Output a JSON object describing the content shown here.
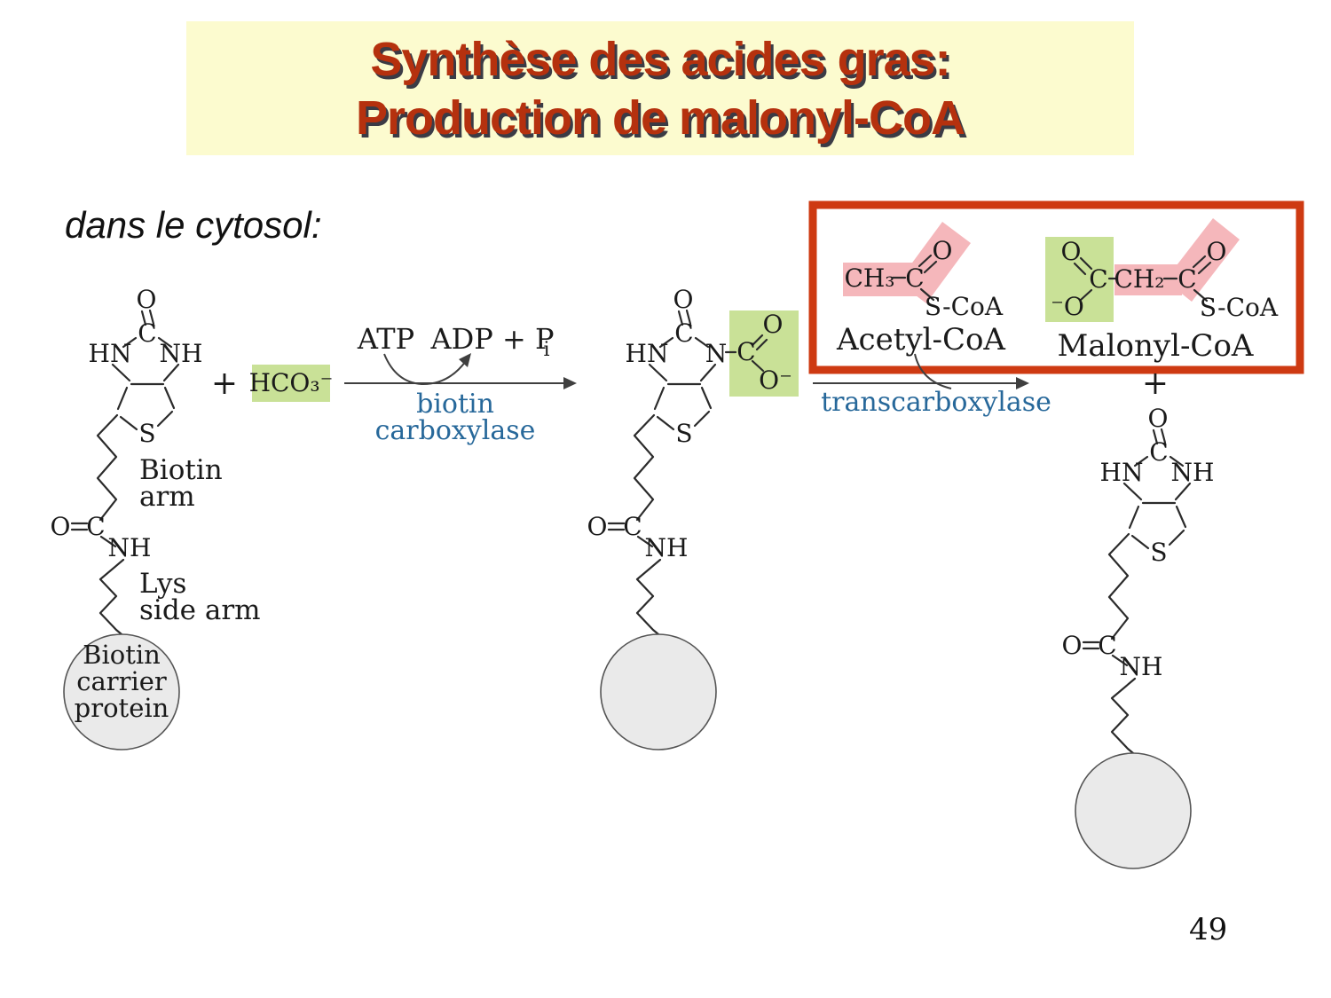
{
  "slide": {
    "page_number": "49"
  },
  "title": {
    "line1": "Synthèse des acides gras:",
    "line2": "Production de malonyl-CoA"
  },
  "intro_text": "dans le cytosol:",
  "colors": {
    "banner_bg": "#fcfbcf",
    "title_red": "#b5310e",
    "highlight_green": "#c9e197",
    "highlight_pink": "#f5b7bb",
    "box_red": "#ce3a12",
    "enzyme_blue": "#27689a",
    "carrier_gray": "#eaeaea"
  },
  "atoms": {
    "o": "O",
    "c": "C",
    "hn": "HN",
    "nh": "NH",
    "n": "N",
    "s": "S",
    "o_minus": "O⁻",
    "minus_o": "⁻O",
    "ch3": "CH₃",
    "ch2": "CH₂",
    "s_coa": "S-CoA"
  },
  "reaction": {
    "plus": "+",
    "hco3": "HCO₃⁻",
    "atp": "ATP",
    "adp_p": "ADP + P",
    "p_subscript": "i",
    "enzyme1_line1": "biotin",
    "enzyme1_line2": "carboxylase",
    "enzyme2": "transcarboxylase"
  },
  "molecule_labels": {
    "acetyl_coa": "Acetyl-CoA",
    "malonyl_coa": "Malonyl-CoA"
  },
  "annotations": {
    "biotin_arm_line1": "Biotin",
    "biotin_arm_line2": "arm",
    "lys_line1": "Lys",
    "lys_line2": "side arm",
    "carrier_line1": "Biotin",
    "carrier_line2": "carrier",
    "carrier_line3": "protein"
  }
}
